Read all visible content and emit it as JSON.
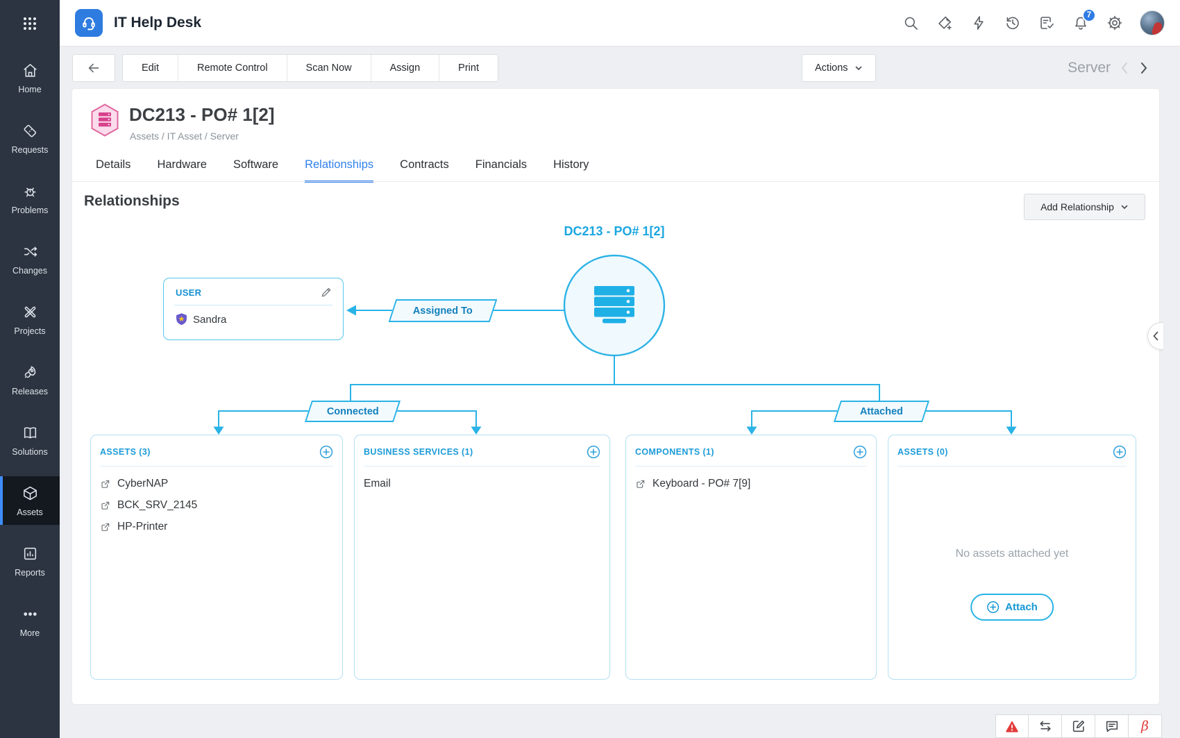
{
  "header": {
    "app_title": "IT Help Desk",
    "notification_count": "7"
  },
  "sidebar": {
    "active": "Assets",
    "items": [
      {
        "label": "Home"
      },
      {
        "label": "Requests"
      },
      {
        "label": "Problems"
      },
      {
        "label": "Changes"
      },
      {
        "label": "Projects"
      },
      {
        "label": "Releases"
      },
      {
        "label": "Solutions"
      },
      {
        "label": "Assets"
      },
      {
        "label": "Reports"
      },
      {
        "label": "More"
      }
    ]
  },
  "toolbar": {
    "buttons": [
      {
        "label": "Edit"
      },
      {
        "label": "Remote Control"
      },
      {
        "label": "Scan Now"
      },
      {
        "label": "Assign"
      },
      {
        "label": "Print"
      }
    ],
    "actions_label": "Actions",
    "context_label": "Server"
  },
  "asset": {
    "title": "DC213 - PO# 1[2]",
    "breadcrumb": "Assets  /  IT Asset /  Server"
  },
  "tabs": {
    "active": "Relationships",
    "items": [
      {
        "label": "Details"
      },
      {
        "label": "Hardware"
      },
      {
        "label": "Software"
      },
      {
        "label": "Relationships"
      },
      {
        "label": "Contracts"
      },
      {
        "label": "Financials"
      },
      {
        "label": "History"
      }
    ]
  },
  "relationships": {
    "heading": "Relationships",
    "add_button_label": "Add Relationship",
    "node_title": "DC213 - PO# 1[2]",
    "assigned_to_label": "Assigned To",
    "connected_label": "Connected",
    "attached_label": "Attached",
    "user_box": {
      "title": "USER",
      "user_name": "Sandra"
    },
    "panels": [
      {
        "header": "ASSETS (3)",
        "items": [
          {
            "text": "CyberNAP"
          },
          {
            "text": "BCK_SRV_2145"
          },
          {
            "text": "HP-Printer"
          }
        ]
      },
      {
        "header": "BUSINESS SERVICES (1)",
        "items": [
          {
            "text": "Email"
          }
        ]
      },
      {
        "header": "COMPONENTS (1)",
        "items": [
          {
            "text": "Keyboard - PO# 7[9]"
          }
        ]
      },
      {
        "header": "ASSETS (0)",
        "empty_text": "No assets attached yet",
        "attach_label": "Attach"
      }
    ]
  },
  "footer": {
    "beta_label": "β"
  },
  "colors": {
    "accent_cyan": "#29b3e6",
    "accent_blue": "#2f80ed",
    "brand_pink": "#e0679e",
    "alert_red": "#e23b3b",
    "sidebar_bg": "#2b3440"
  }
}
